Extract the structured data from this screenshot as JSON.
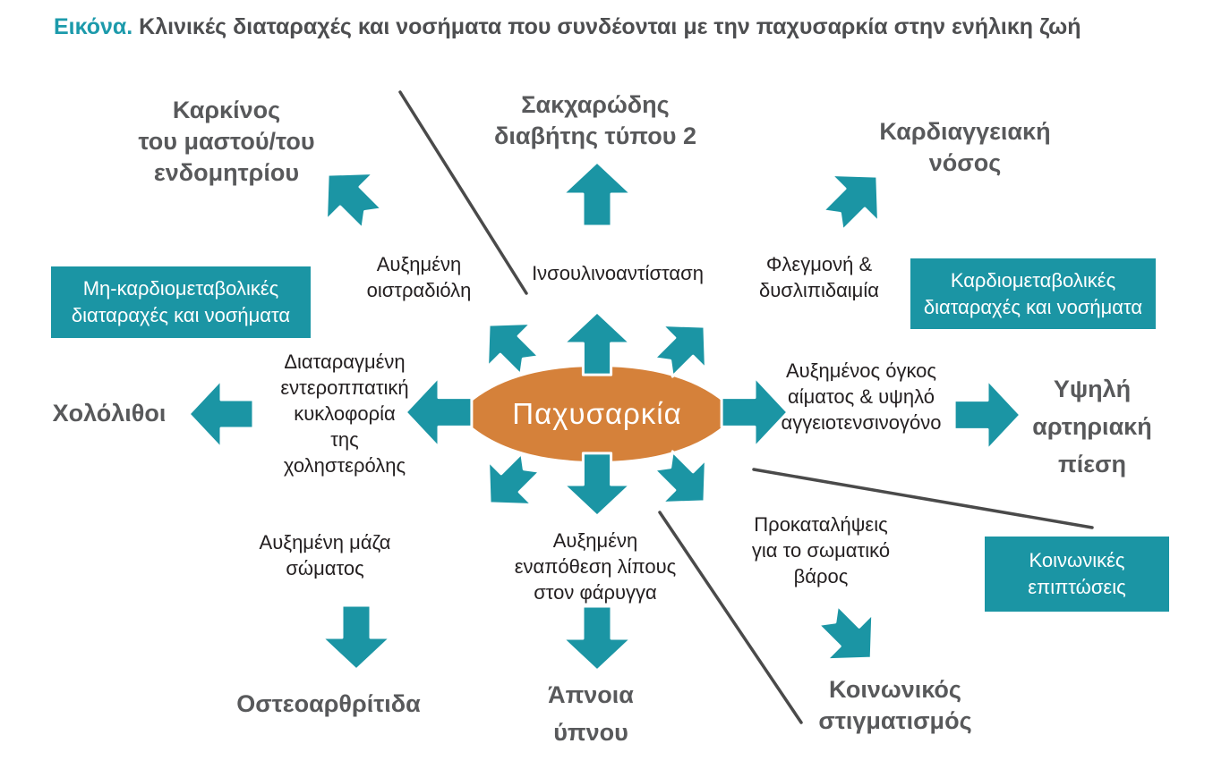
{
  "figure": {
    "title_prefix": "Εικόνα.",
    "title_text": " Κλινικές διαταραχές και νοσήματα που συνδέονται με την παχυσαρκία στην ενήλικη ζωή"
  },
  "center": {
    "label": "Παχυσαρκία"
  },
  "category_boxes": {
    "non_cardiometabolic": "Μη-καρδιομεταβολικές\nδιαταραχές και νοσήματα",
    "cardiometabolic": "Καρδιομεταβολικές\nδιαταραχές και νοσήματα",
    "social": "Κοινωνικές\nεπιπτώσεις"
  },
  "mechanisms": {
    "estradiol": "Αυξημένη\nοιστραδιόλη",
    "insulin_resistance": "Ινσουλινοαντίσταση",
    "inflammation_dyslipidemia": "Φλεγμονή &\nδυσλιπιδαιμία",
    "enterohepatic_circulation": "Διαταραγμένη\nεντεροππατική\nκυκλοφορία\nτης\nχοληστερόλης",
    "blood_volume_angiotensinogen": "Αυξημένος όγκος\nαίματος & υψηλό\nαγγειοτενσινογόνο",
    "body_mass": "Αυξημένη μάζα\nσώματος",
    "pharyngeal_fat": "Αυξημένη\nεναπόθεση λίπους\nστον φάρυγγα",
    "weight_bias": "Προκαταλήψεις\nγια το σωματικό\nβάρος"
  },
  "outcomes": {
    "breast_endometrial_cancer": "Καρκίνος\nτου μαστού/του\nενδομητρίου",
    "type2_diabetes": "Σακχαρώδης\nδιαβήτης τύπου 2",
    "cardiovascular_disease": "Καρδιαγγειακή\nνόσος",
    "gallstones": "Χολόλιθοι",
    "high_blood_pressure": "Υψηλή\nαρτηριακή\nπίεση",
    "osteoarthritis": "Οστεοαρθρίτιδα",
    "sleep_apnea": "Άπνοια\nύπνου",
    "social_stigma": "Κοινωνικός\nστιγματισμός"
  },
  "colors": {
    "teal": "#1B95A4",
    "orange": "#D5813A",
    "gray": "#58595B",
    "dark": "#231F20",
    "dark_title": "#4D4E50",
    "title_accent": "#1C9AAB",
    "line": "#4A4A4A"
  }
}
